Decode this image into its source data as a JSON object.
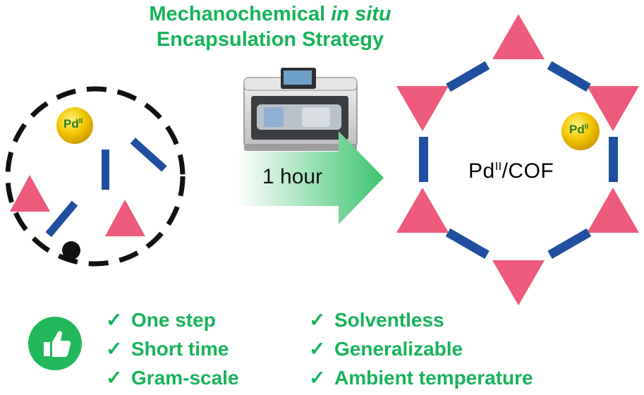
{
  "title": {
    "line1_prefix": "Mechanochemical ",
    "line1_italic": "in situ",
    "line2": "Encapsulation Strategy"
  },
  "reactant_metal": {
    "base": "Pd",
    "sup": "II"
  },
  "product_metal": {
    "base": "Pd",
    "sup": "II"
  },
  "product_label": {
    "base": "Pd",
    "sup": "II",
    "rest": "/COF"
  },
  "arrow_label": "1 hour",
  "check_glyph": "✓",
  "features_left": [
    "One step",
    "Short time",
    "Gram-scale"
  ],
  "features_right": [
    "Solventless",
    "Generalizable",
    "Ambient temperature"
  ],
  "colors": {
    "green": "#17b35a",
    "pink": "#ee5a7c",
    "blue": "#1f4f9e",
    "gold": "#f2c500",
    "thumb": "#22b85a"
  },
  "icons": [
    "thumbs-up-icon",
    "ball-mill-machine-icon",
    "check-icon"
  ]
}
